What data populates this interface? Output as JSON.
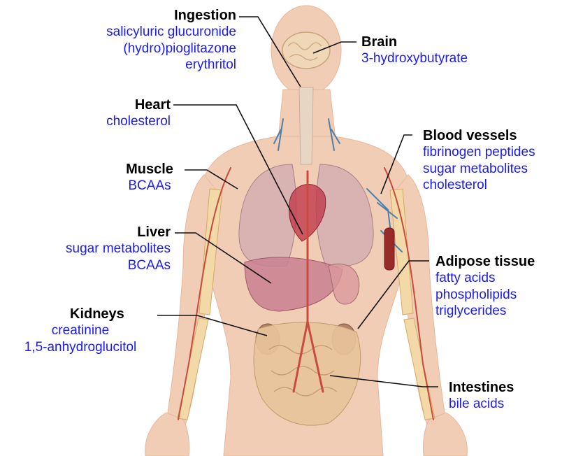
{
  "colors": {
    "organ_label": "#000000",
    "metabolite": "#1a1af2",
    "leader_line": "#111111",
    "skin": "#f2cdb5",
    "bone": "#f3d9a8",
    "lung": "#c9a3a8",
    "liver": "#c98091",
    "heart": "#c0394b",
    "kidney": "#a8765a",
    "intestine": "#e8c49b",
    "vessel": "#4f7fa6",
    "artery": "#c84b3e"
  },
  "labels": {
    "ingestion": {
      "name": "Ingestion",
      "items": [
        "salicyluric glucuronide",
        "(hydro)pioglitazone",
        "erythritol"
      ]
    },
    "brain": {
      "name": "Brain",
      "items": [
        "3-hydroxybutyrate"
      ]
    },
    "heart": {
      "name": "Heart",
      "items": [
        "cholesterol"
      ]
    },
    "blood_vessels": {
      "name": "Blood vessels",
      "items": [
        "fibrinogen peptides",
        "sugar metabolites",
        "cholesterol"
      ]
    },
    "muscle": {
      "name": "Muscle",
      "items": [
        "BCAAs"
      ]
    },
    "liver": {
      "name": "Liver",
      "items": [
        "sugar metabolites",
        "BCAAs"
      ]
    },
    "adipose": {
      "name": "Adipose tissue",
      "items": [
        "fatty acids",
        "phospholipids",
        "triglycerides"
      ]
    },
    "kidneys": {
      "name": "Kidneys",
      "items": [
        "creatinine",
        "1,5-anhydroglucitol"
      ]
    },
    "intestines": {
      "name": "Intestines",
      "items": [
        "bile acids"
      ]
    }
  }
}
